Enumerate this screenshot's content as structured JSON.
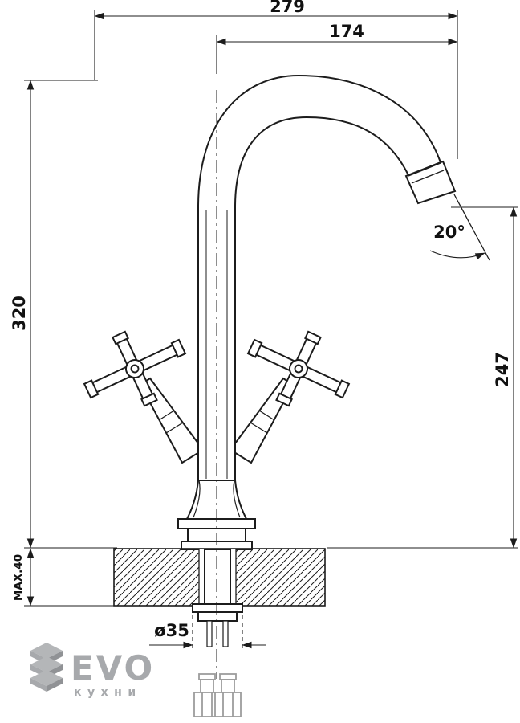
{
  "dimensions": {
    "overall_depth": "279",
    "spout_reach": "174",
    "total_height": "320",
    "spout_height": "247",
    "spout_angle": "20°",
    "max_mount_thickness": "MAX.40",
    "hole_diameter": "ø35"
  },
  "logo": {
    "brand": "EVO",
    "subtitle": "кухни"
  },
  "colors": {
    "line": "#1c1c1c",
    "logo_gray": "#a7a9ac",
    "fitting_gray": "#9c9c9c"
  }
}
